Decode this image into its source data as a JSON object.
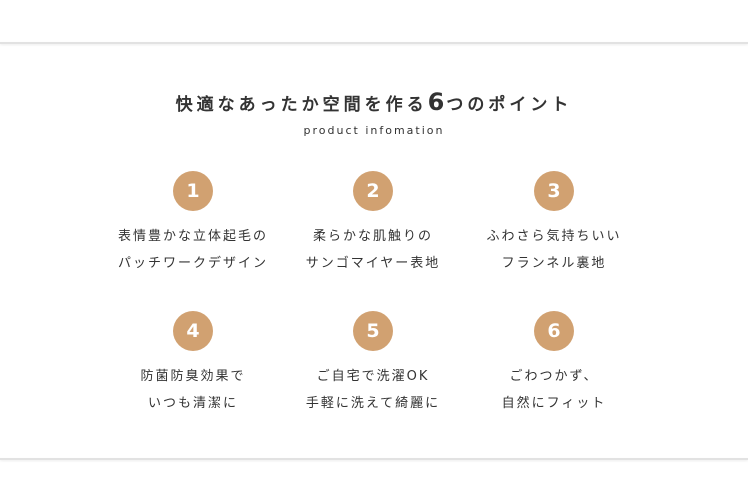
{
  "header": {
    "title_before": "快適なあったか空間を作る",
    "title_number": "6",
    "title_after": "つのポイント",
    "subtitle": "product infomation"
  },
  "accent_color": "#d1a171",
  "points": [
    {
      "number": "1",
      "lines": [
        "表情豊かな立体起毛の",
        "パッチワークデザイン"
      ]
    },
    {
      "number": "2",
      "lines": [
        "柔らかな肌触りの",
        "サンゴマイヤー表地"
      ]
    },
    {
      "number": "3",
      "lines": [
        "ふわさら気持ちいい",
        "フランネル裏地"
      ]
    },
    {
      "number": "4",
      "lines": [
        "防菌防臭効果で",
        "いつも清潔に"
      ]
    },
    {
      "number": "5",
      "lines": [
        "ご自宅で洗濯OK",
        "手軽に洗えて綺麗に"
      ]
    },
    {
      "number": "6",
      "lines": [
        "ごわつかず、",
        "自然にフィット"
      ]
    }
  ]
}
